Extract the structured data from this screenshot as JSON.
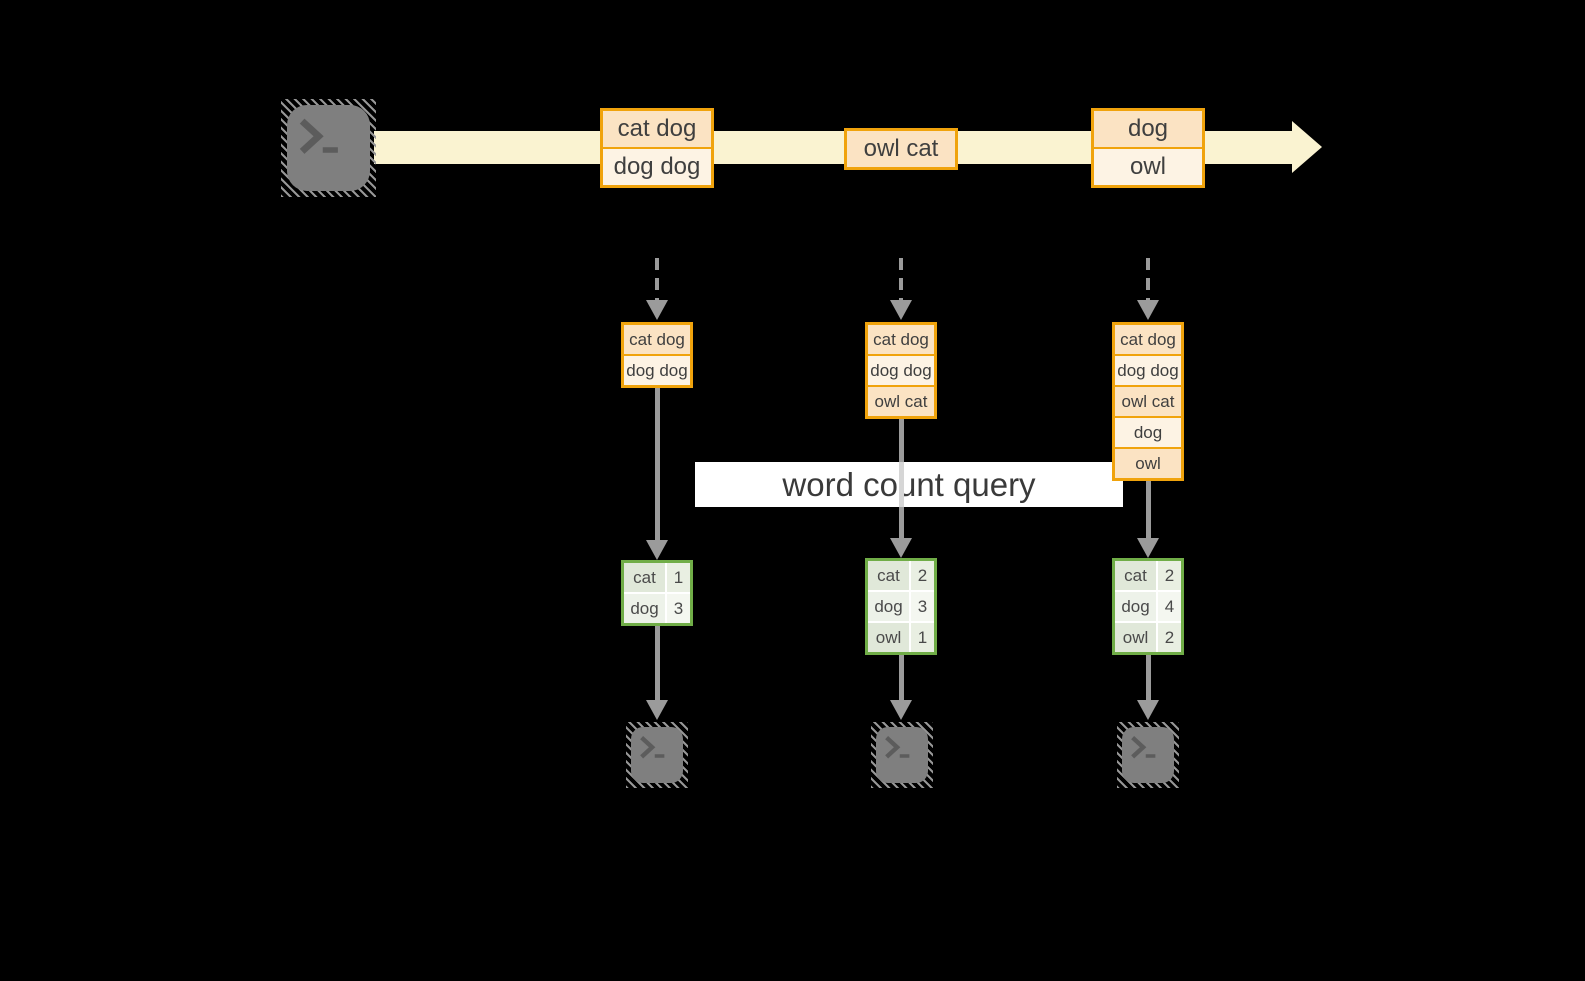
{
  "diagram": {
    "query_label": "word count query",
    "icons": {
      "source": "terminal-icon",
      "sinks": [
        "terminal-icon",
        "terminal-icon",
        "terminal-icon"
      ]
    },
    "stream": {
      "batches": [
        {
          "records": [
            "cat dog",
            "dog dog"
          ]
        },
        {
          "records": [
            "owl cat"
          ]
        },
        {
          "records": [
            "dog",
            "owl"
          ]
        }
      ]
    },
    "micro_batches": [
      {
        "input_state": [
          "cat dog",
          "dog dog"
        ],
        "result_rows": [
          [
            "cat",
            "1"
          ],
          [
            "dog",
            "3"
          ]
        ]
      },
      {
        "input_state": [
          "cat dog",
          "dog dog",
          "owl cat"
        ],
        "result_rows": [
          [
            "cat",
            "2"
          ],
          [
            "dog",
            "3"
          ],
          [
            "owl",
            "1"
          ]
        ]
      },
      {
        "input_state": [
          "cat dog",
          "dog dog",
          "owl cat",
          "dog",
          "owl"
        ],
        "result_rows": [
          [
            "cat",
            "2"
          ],
          [
            "dog",
            "4"
          ],
          [
            "owl",
            "2"
          ]
        ]
      }
    ],
    "colors": {
      "accent_orange": "#F0A30C",
      "row_peach": "#FBE3C3",
      "row_cream": "#FDF3E4",
      "stream_yellow": "#FAF3D1",
      "table_green": "#70AD47",
      "cell_sage": "#E0E8D9",
      "cell_sage_light": "#EDF2E9",
      "arrow_gray": "#9B9B9B",
      "label_background": "#FFFFFF",
      "background": "#000000"
    }
  }
}
